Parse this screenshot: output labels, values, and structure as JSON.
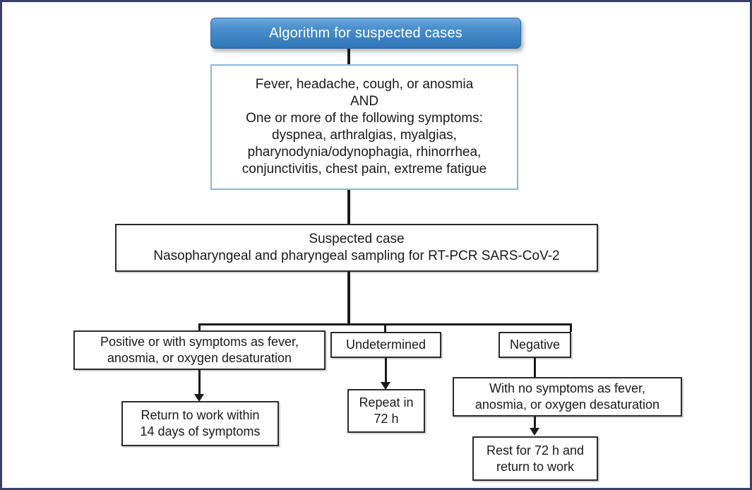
{
  "figure": {
    "title": "Algorithm for suspected cases",
    "frame_color": "#39406b",
    "banner_color_top": "#6aa8dd",
    "banner_color_bottom": "#2f76b8",
    "line_color": "#1a1a1a",
    "symptom_box_border_color": "#8fb4dd"
  },
  "nodes": {
    "banner": {
      "label": "Algorithm for suspected cases"
    },
    "symptoms": {
      "label": "Fever, headache, cough, or anosmia\nAND\nOne or more of the following symptoms:\ndyspnea, arthralgias, myalgias,\npharynodynia/odynophagia, rhinorrhea,\nconjunctivitis, chest pain, extreme fatigue"
    },
    "suspected_case": {
      "label": "Suspected case\nNasopharyngeal and pharyngeal sampling for RT-PCR SARS-CoV-2"
    },
    "positive": {
      "label": "Positive or with symptoms as fever,\nanosmia, or oxygen desaturation"
    },
    "undetermined": {
      "label": "Undetermined"
    },
    "negative": {
      "label": "Negative"
    },
    "return_to_work": {
      "label": "Return to work within\n14 days of symptoms"
    },
    "repeat": {
      "label": "Repeat in\n72 h"
    },
    "no_symptoms": {
      "label": "With no symptoms as fever,\nanosmia, or oxygen desaturation"
    },
    "rest_return": {
      "label": "Rest for 72 h and\nreturn to work"
    }
  },
  "flow": {
    "branches": [
      "Positive or with symptoms as fever, anosmia, or oxygen desaturation",
      "Undetermined",
      "Negative"
    ]
  }
}
